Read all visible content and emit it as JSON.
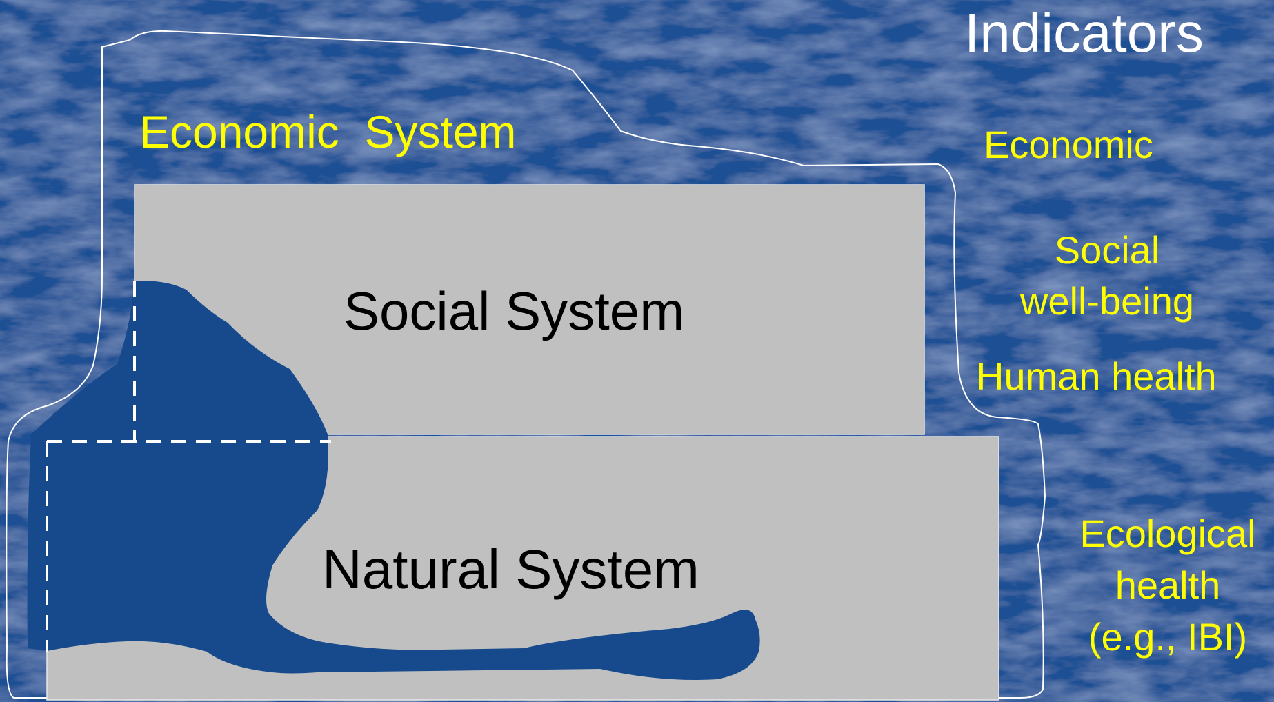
{
  "title": "Indicators",
  "systems": {
    "economic": "Economic  System",
    "social": "Social System",
    "natural": "Natural System"
  },
  "indicators": {
    "economic": "Economic",
    "social_line1": "Social",
    "social_line2": "well-being",
    "human_health": "Human health",
    "ecological_line1": "Ecological",
    "ecological_line2": "health",
    "ecological_line3": "(e.g., IBI)"
  },
  "colors": {
    "background": "#1c4f93",
    "box_fill": "#c0c0c0",
    "label_yellow": "#ffff00",
    "water_blue": "#174a8c"
  }
}
